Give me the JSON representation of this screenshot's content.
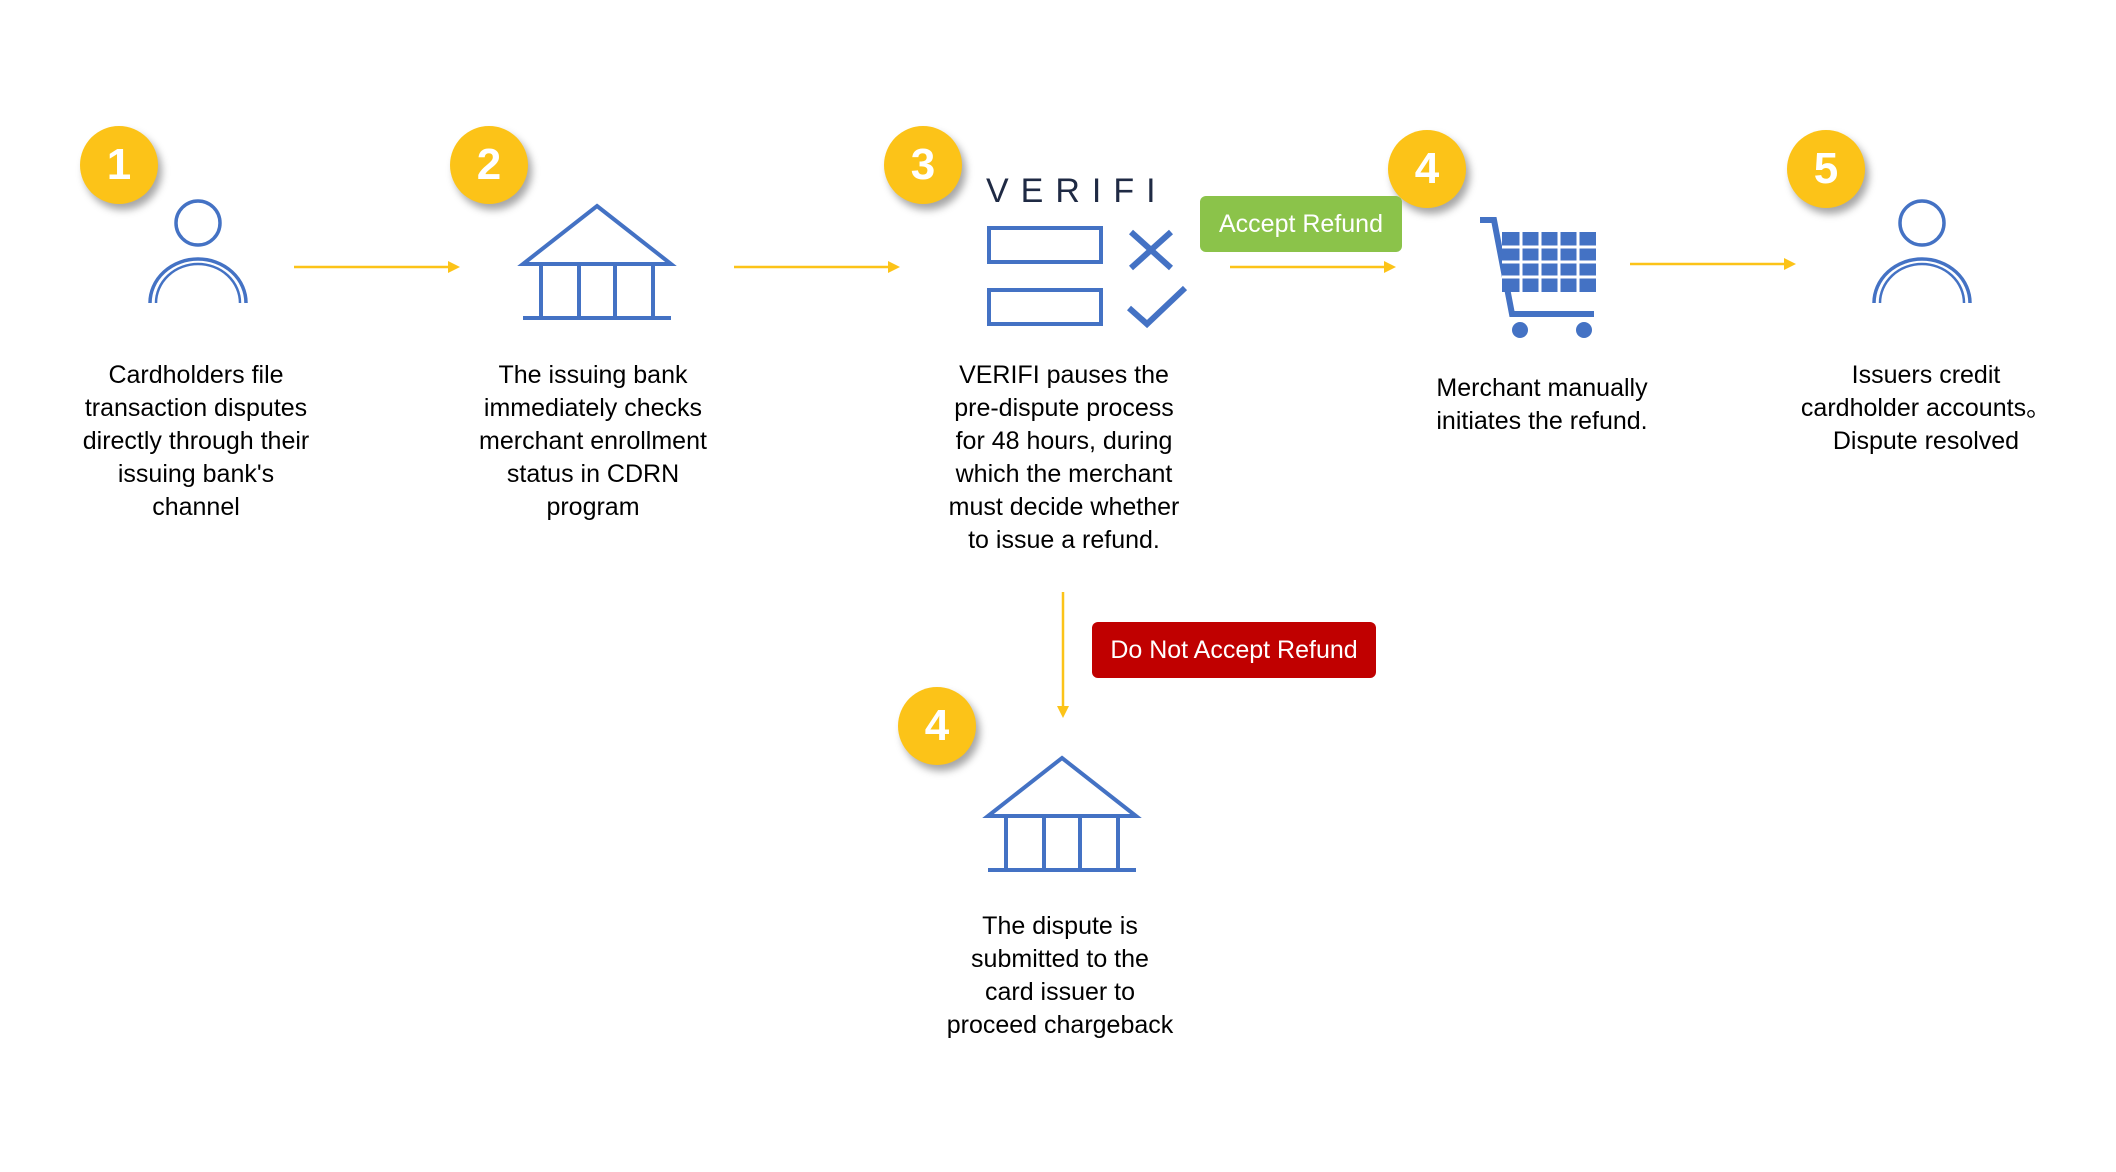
{
  "colors": {
    "badge": "#fcc318",
    "icon_blue": "#4472c4",
    "arrow": "#fcc318",
    "accept_green": "#8bc34a",
    "reject_red": "#c00000"
  },
  "steps": [
    {
      "number": "1",
      "icon": "person-icon",
      "text": [
        "Cardholders file",
        "transaction disputes",
        "directly through their",
        "issuing bank's",
        "channel"
      ]
    },
    {
      "number": "2",
      "icon": "bank-icon",
      "text": [
        "The issuing bank",
        "immediately checks",
        "merchant enrollment",
        "status in CDRN",
        "program"
      ]
    },
    {
      "number": "3",
      "icon": "verifi-form-icon",
      "logo": "VERIFI",
      "text": [
        "VERIFI pauses the",
        "pre-dispute process",
        "for 48 hours, during",
        "which the merchant",
        "must decide whether",
        "to issue a refund."
      ]
    },
    {
      "number": "4",
      "icon": "shopping-cart-icon",
      "text": [
        "Merchant manually",
        "initiates the refund."
      ]
    },
    {
      "number": "5",
      "icon": "person-icon",
      "text": [
        "Issuers credit",
        "cardholder accounts。",
        "Dispute resolved"
      ]
    },
    {
      "number": "4",
      "icon": "bank-icon",
      "text": [
        "The dispute is",
        "submitted to the",
        "card issuer to",
        "proceed chargeback"
      ]
    }
  ],
  "labels": {
    "accept": "Accept Refund",
    "reject": "Do Not Accept Refund"
  }
}
